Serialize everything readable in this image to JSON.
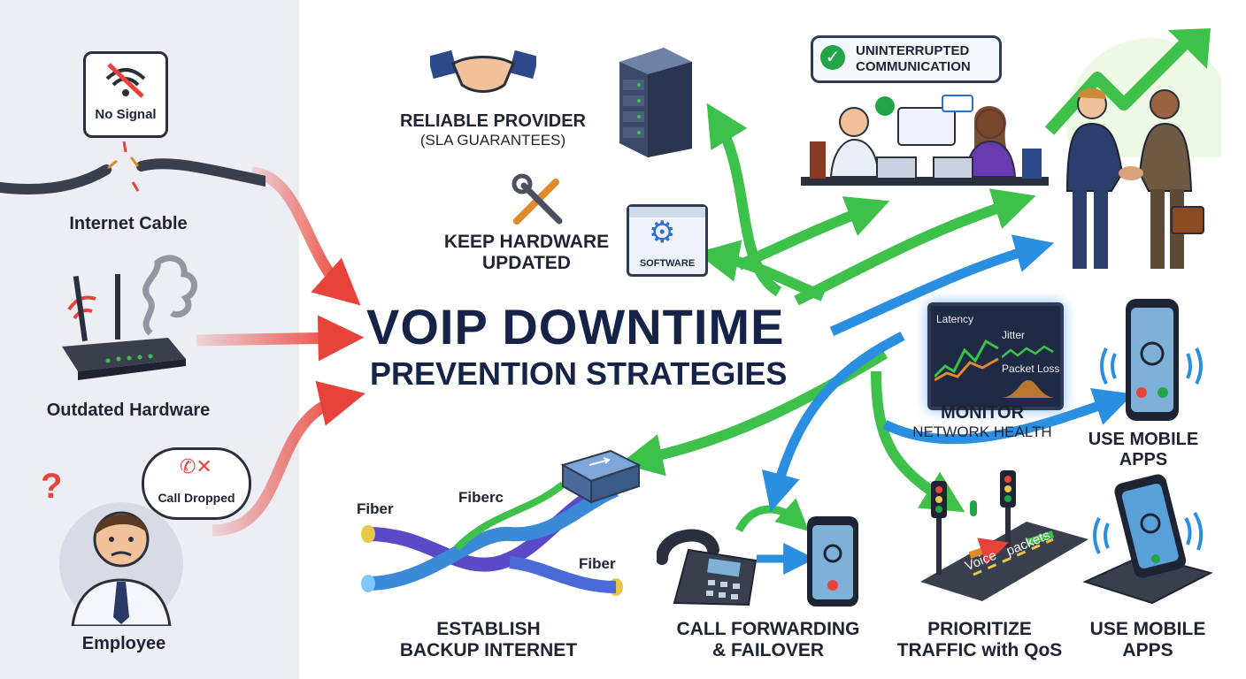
{
  "title": {
    "main": "VOIP DOWNTIME",
    "sub": "PREVENTION STRATEGIES"
  },
  "causes": {
    "cable": {
      "label": "Internet Cable",
      "bubble": "No Signal"
    },
    "hardware": {
      "label": "Outdated Hardware"
    },
    "employee": {
      "label": "Employee",
      "bubble": "Call Dropped"
    }
  },
  "strategies": {
    "provider": {
      "line1": "RELIABLE PROVIDER",
      "line2": "(SLA GUARANTEES)"
    },
    "hardware": {
      "line1": "KEEP HARDWARE",
      "line2": "UPDATED",
      "box": "SOFTWARE"
    },
    "uninterrupted": {
      "line1": "UNINTERRUPTED",
      "line2": "COMMUNICATION"
    },
    "monitor": {
      "line1": "MONITOR",
      "line2": "NETWORK HEALTH",
      "metrics": {
        "latency": "Latency",
        "jitter": "Jitter",
        "packet_loss": "Packet Loss"
      }
    },
    "mobile_top": {
      "line1": "USE MOBILE",
      "line2": "APPS"
    },
    "backup": {
      "line1": "ESTABLISH",
      "line2": "BACKUP INTERNET",
      "fiber_labels": [
        "Fiber",
        "Fiberc",
        "Fiber"
      ]
    },
    "forwarding": {
      "line1": "CALL FORWARDING",
      "line2": "& FAILOVER"
    },
    "qos": {
      "line1": "PRIORITIZE",
      "line2": "TRAFFIC with QoS",
      "road_word1": "Voice",
      "road_word2": "packets"
    },
    "mobile_bottom": {
      "line1": "USE MOBILE",
      "line2": "APPS"
    }
  },
  "colors": {
    "red_flow": "#e8433a",
    "green_flow": "#3ec14a",
    "blue_flow": "#2a8fe0",
    "title": "#152348",
    "left_panel": "#eceef4"
  },
  "icons": [
    "wifi-off-icon",
    "broken-cable-icon",
    "router-icon",
    "smoke-icon",
    "question-mark-icon",
    "worried-employee-icon",
    "handshake-icon",
    "server-icon",
    "wrench-screwdriver-icon",
    "software-gear-icon",
    "checkmark-icon",
    "office-workers-icon",
    "growth-arrow-icon",
    "businessmen-handshake-icon",
    "network-monitor-icon",
    "smartphone-call-icon",
    "fiber-cables-icon",
    "network-switch-icon",
    "desk-phone-icon",
    "traffic-light-icon",
    "mobile-phone-stand-icon"
  ]
}
